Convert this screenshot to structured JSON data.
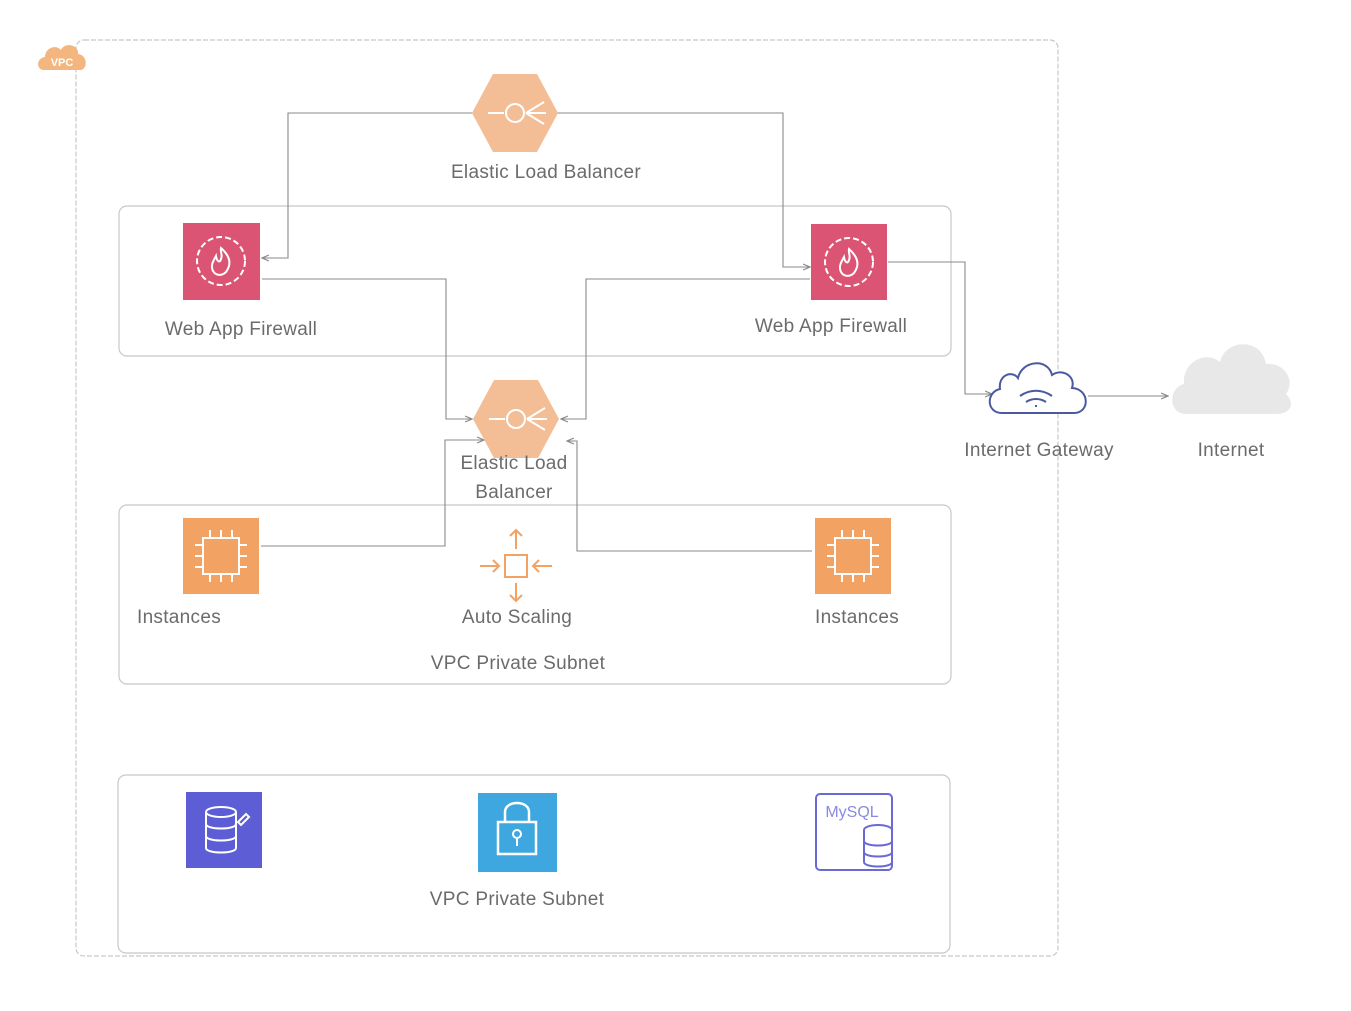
{
  "vpc_badge": "VPC",
  "nodes": {
    "elb_top": "Elastic Load Balancer",
    "waf_left": "Web App Firewall",
    "waf_right": "Web App Firewall",
    "elb_mid_line1": "Elastic Load",
    "elb_mid_line2": "Balancer",
    "instances_left": "Instances",
    "auto_scaling": "Auto Scaling",
    "instances_right": "Instances",
    "internet_gateway": "Internet Gateway",
    "internet": "Internet",
    "mysql": "MySQL"
  },
  "subnets": {
    "app_subnet": "VPC Private Subnet",
    "db_subnet": "VPC Private Subnet"
  },
  "colors": {
    "elb": "#f2b48a",
    "waf": "#dc4e71",
    "ec2": "#f29b55",
    "rds": "#5a5ad8",
    "kms": "#3fa4de",
    "border": "#bdbdbd",
    "text": "#6b6b6b"
  }
}
